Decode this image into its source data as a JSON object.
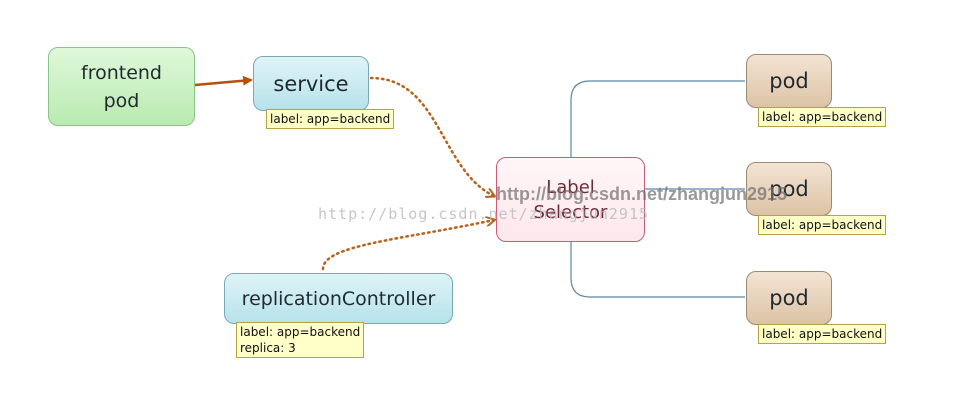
{
  "nodes": {
    "frontend": {
      "line1": "frontend",
      "line2": "pod"
    },
    "service": {
      "title": "service",
      "label": "label: app=backend"
    },
    "replication_controller": {
      "title": "replicationController",
      "label_line1": "label: app=backend",
      "label_line2": "replica: 3"
    },
    "label_selector": {
      "line1": "Label",
      "line2": "Selector"
    },
    "pods": [
      {
        "title": "pod",
        "label": "label: app=backend"
      },
      {
        "title": "pod",
        "label": "label: app=backend"
      },
      {
        "title": "pod",
        "label": "label: app=backend"
      }
    ]
  },
  "watermark": {
    "primary": "http://blog.csdn.net/zhangjun2915",
    "secondary": "http://blog.csdn.net/zhangjun2915"
  },
  "colors": {
    "solid_arrow": "#b5500e",
    "dotted_arrow": "#b5621c",
    "tree_line": "#5b86a8"
  }
}
